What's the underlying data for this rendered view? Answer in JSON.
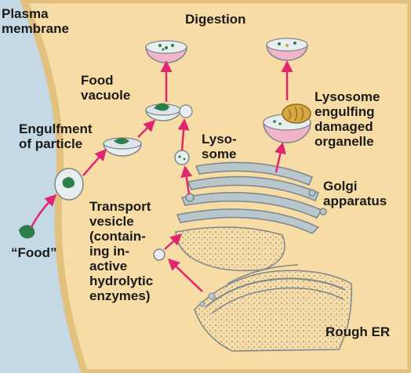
{
  "labels": {
    "plasma_membrane": "Plasma\nmembrane",
    "digestion": "Digestion",
    "food_vacuole": "Food\nvacuole",
    "lysosome_engulfing": "Lysosome\nengulfing\ndamaged\norganelle",
    "engulfment": "Engulfment\nof particle",
    "lysosome": "Lyso-\nsome",
    "golgi": "Golgi\napparatus",
    "transport_vesicle": "Transport\nvesicle\n(contain-\ning in-\nactive\nhydrolytic\nenzymes)",
    "food": "“Food”",
    "rough_er": "Rough ER"
  },
  "colors": {
    "cytoplasm": "#f8dca6",
    "extracellular": "#c4d8e6",
    "membrane": "#e6c88d",
    "vesicle_pink": "#f2b4c8",
    "arrow": "#e0266e",
    "organelle": "#b9c6cc",
    "lumen": "#e8edf0",
    "food_particle": "#2e7d4a"
  }
}
